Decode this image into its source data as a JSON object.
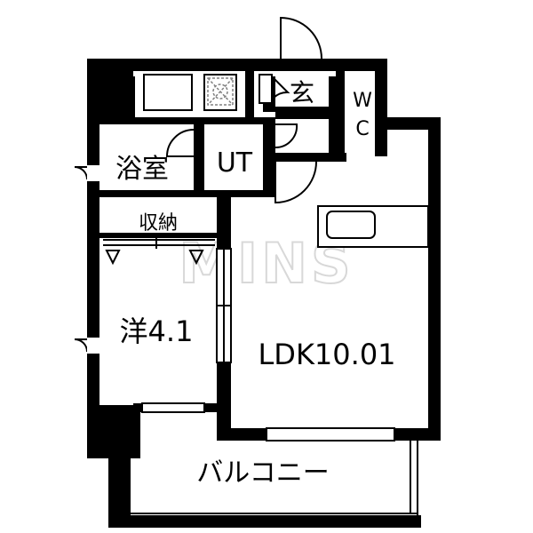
{
  "rooms": {
    "genkan": "玄",
    "wc": "W\nC",
    "bath": "浴室",
    "ut": "UT",
    "storage": "収納",
    "western": "洋4.1",
    "ldk": "LDK10.01",
    "balcony": "バルコニー"
  },
  "watermark": "MINS",
  "colors": {
    "wall": "#000000",
    "background": "#ffffff",
    "watermark": "#d8d8d8",
    "fixture": "#808080"
  }
}
